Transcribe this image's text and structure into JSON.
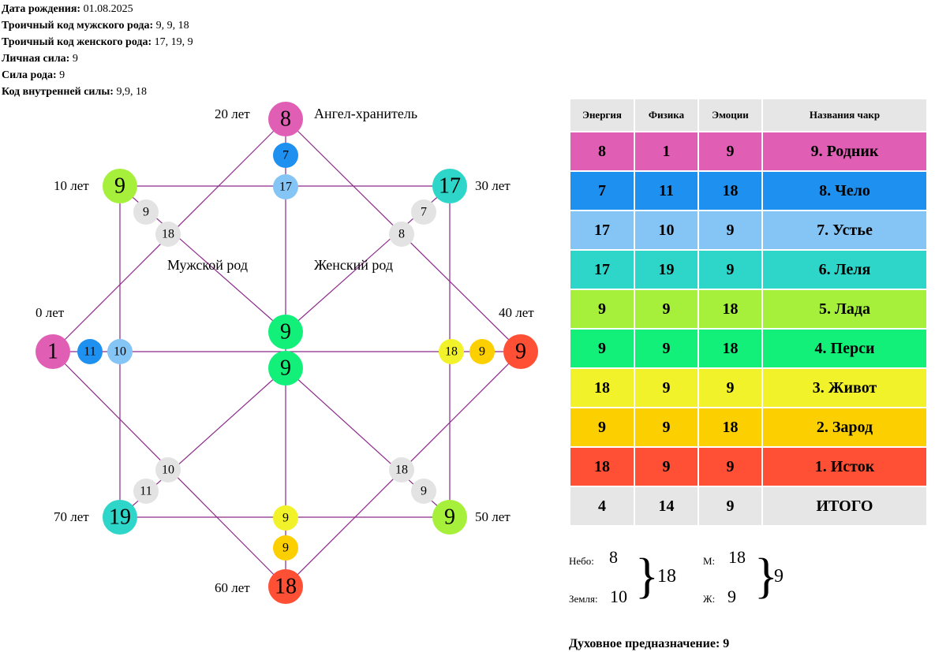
{
  "info": [
    {
      "label": "Дата рождения:",
      "value": "01.08.2025"
    },
    {
      "label": "Троичный код мужского рода:",
      "value": "9, 9, 18"
    },
    {
      "label": "Троичный код женского рода:",
      "value": "17, 19, 9"
    },
    {
      "label": "Личная сила:",
      "value": "9"
    },
    {
      "label": "Сила рода:",
      "value": "9"
    },
    {
      "label": "Код внутренней силы:",
      "value": "9,9, 18"
    }
  ],
  "colors": {
    "line": "#8b2a8b",
    "magenta": "#e05fb5",
    "blue": "#1e90f0",
    "lightblue": "#85c5f5",
    "teal": "#2dd6c8",
    "lime": "#a6f03c",
    "green": "#12f07a",
    "yellow": "#f2f22a",
    "orange": "#fcd000",
    "red": "#ff4f35",
    "grey": "#e3e3e3"
  },
  "diagram": {
    "main_nodes": [
      {
        "id": "top",
        "value": "8",
        "color": "magenta"
      },
      {
        "id": "topright",
        "value": "17",
        "color": "teal"
      },
      {
        "id": "right",
        "value": "9",
        "color": "red"
      },
      {
        "id": "bottomright",
        "value": "9",
        "color": "lime"
      },
      {
        "id": "bottom",
        "value": "18",
        "color": "red"
      },
      {
        "id": "bottomleft",
        "value": "19",
        "color": "teal"
      },
      {
        "id": "left",
        "value": "1",
        "color": "magenta"
      },
      {
        "id": "topleft",
        "value": "9",
        "color": "lime"
      },
      {
        "id": "center-upper",
        "value": "9",
        "color": "green"
      },
      {
        "id": "center-lower",
        "value": "9",
        "color": "green"
      }
    ],
    "small_nodes": [
      {
        "id": "top-inner1",
        "value": "7",
        "color": "blue"
      },
      {
        "id": "top-inner2",
        "value": "17",
        "color": "lightblue"
      },
      {
        "id": "left-inner1",
        "value": "11",
        "color": "blue"
      },
      {
        "id": "left-inner2",
        "value": "10",
        "color": "lightblue"
      },
      {
        "id": "right-inner1",
        "value": "9",
        "color": "orange"
      },
      {
        "id": "right-inner2",
        "value": "18",
        "color": "yellow"
      },
      {
        "id": "bottom-inner1",
        "value": "9",
        "color": "orange"
      },
      {
        "id": "bottom-inner2",
        "value": "9",
        "color": "yellow"
      },
      {
        "id": "tl-inner1",
        "value": "9",
        "color": "grey"
      },
      {
        "id": "tl-inner2",
        "value": "18",
        "color": "grey"
      },
      {
        "id": "tr-inner1",
        "value": "7",
        "color": "grey"
      },
      {
        "id": "tr-inner2",
        "value": "8",
        "color": "grey"
      },
      {
        "id": "bl-inner1",
        "value": "11",
        "color": "grey"
      },
      {
        "id": "bl-inner2",
        "value": "10",
        "color": "grey"
      },
      {
        "id": "br-inner1",
        "value": "9",
        "color": "grey"
      },
      {
        "id": "br-inner2",
        "value": "18",
        "color": "grey"
      }
    ],
    "age_labels": [
      {
        "id": "age-0",
        "text": "0 лет"
      },
      {
        "id": "age-10",
        "text": "10 лет"
      },
      {
        "id": "age-20",
        "text": "20 лет"
      },
      {
        "id": "age-30",
        "text": "30 лет"
      },
      {
        "id": "age-40",
        "text": "40 лет"
      },
      {
        "id": "age-50",
        "text": "50 лет"
      },
      {
        "id": "age-60",
        "text": "60 лет"
      },
      {
        "id": "age-70",
        "text": "70 лет"
      }
    ],
    "text_labels": [
      {
        "id": "angel",
        "text": "Ангел-хранитель"
      },
      {
        "id": "male-line",
        "text": "Мужской род"
      },
      {
        "id": "female-line",
        "text": "Женский род"
      }
    ]
  },
  "table": {
    "headers": [
      "Энергия",
      "Физика",
      "Эмоции",
      "Названия чакр"
    ],
    "rows": [
      {
        "energy": "8",
        "physics": "1",
        "emotions": "9",
        "name": "9. Родник",
        "color": "#e05fb5"
      },
      {
        "energy": "7",
        "physics": "11",
        "emotions": "18",
        "name": "8. Чело",
        "color": "#1e90f0"
      },
      {
        "energy": "17",
        "physics": "10",
        "emotions": "9",
        "name": "7. Устье",
        "color": "#85c5f5"
      },
      {
        "energy": "17",
        "physics": "19",
        "emotions": "9",
        "name": "6. Леля",
        "color": "#2dd6c8"
      },
      {
        "energy": "9",
        "physics": "9",
        "emotions": "18",
        "name": "5. Лада",
        "color": "#a6f03c"
      },
      {
        "energy": "9",
        "physics": "9",
        "emotions": "18",
        "name": "4. Перси",
        "color": "#12f07a"
      },
      {
        "energy": "18",
        "physics": "9",
        "emotions": "9",
        "name": "3. Живот",
        "color": "#f2f22a"
      },
      {
        "energy": "9",
        "physics": "9",
        "emotions": "18",
        "name": "2. Зарод",
        "color": "#fcd000"
      },
      {
        "energy": "18",
        "physics": "9",
        "emotions": "9",
        "name": "1. Исток",
        "color": "#ff4f35"
      },
      {
        "energy": "4",
        "physics": "14",
        "emotions": "9",
        "name": "ИТОГО",
        "color": "#e6e6e6"
      }
    ]
  },
  "sums": {
    "sky_label": "Небо:",
    "sky_value": "8",
    "earth_label": "Земля:",
    "earth_value": "10",
    "sky_earth_total": "18",
    "m_label": "М:",
    "m_value": "18",
    "f_label": "Ж:",
    "f_value": "9",
    "mf_total": "9"
  },
  "purpose": {
    "label": "Духовное предназначение:",
    "value": "9"
  }
}
